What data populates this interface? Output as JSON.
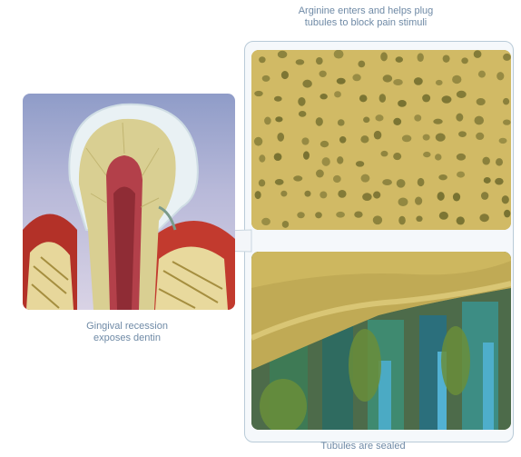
{
  "captions": {
    "top_line1": "Arginine enters and helps plug",
    "top_line2": "tubules to block pain stimuli",
    "left_line1": "Gingival recession",
    "left_line2": "exposes dentin",
    "bottom": "Tubules are sealed"
  },
  "colors": {
    "caption": "#6f8aa6",
    "frame_border": "#b9cbd8",
    "dentin": "#d9cf92",
    "enamel": "#e9f1f4",
    "gum": "#c23a2e",
    "tubule": "#6e6a2c"
  },
  "icons": {
    "callout": "connector-wedge"
  }
}
